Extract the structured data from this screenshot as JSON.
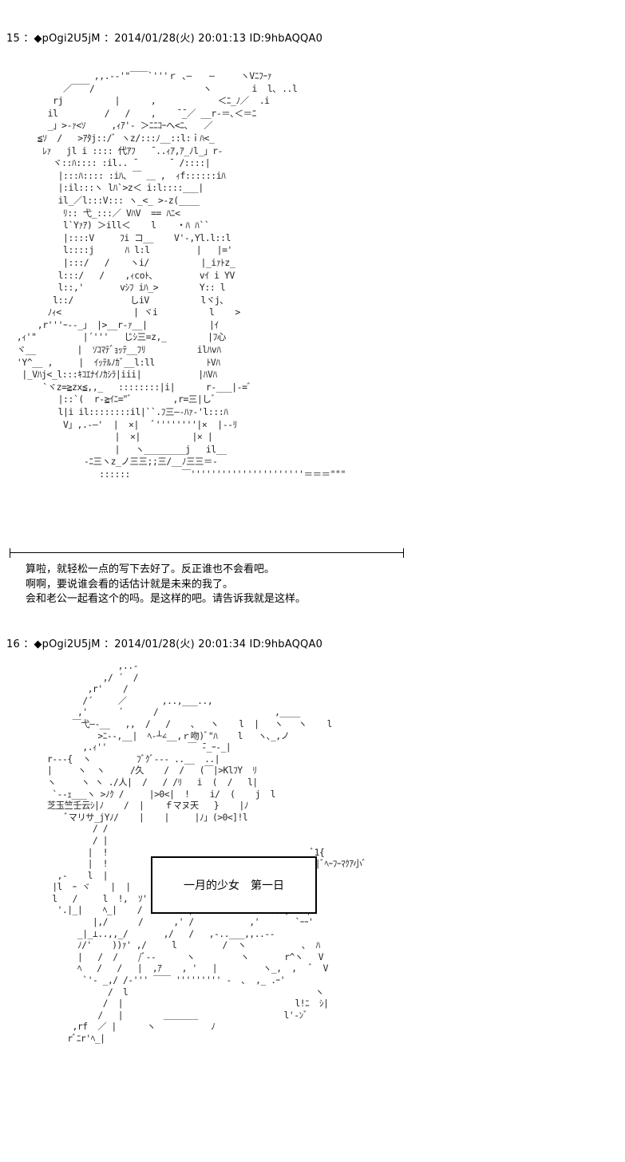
{
  "posts": [
    {
      "header": "15 ：◆pOgi2U5jM ：2014/01/28(火) 20:01:13 ID:9hbAQQA0",
      "ascii_art": "                 ,,.-‐'\"￣￣`'''ｒ ､―　　―　　　ヽVﾆﾌｰｧ\n           ／￣￣/                     ヽ　　　　 i  l､ ..l\n         rj          |      ,            ＜ﾆ_ﾉ／  .i\n        il         /   /    ,    ̄ ̄_／ __r‐＝､＜＝ﾆ\n        _」>-ｧ<ｿ     ,ｨｱ'‐ ＞ﾆﾆｺｰへ<ﾆ､   ／\n      ≦ｿ  /   >ｱﾀj::/ﾞ ヽz/:::ﾉ__::l:ｉﾊ<_\n       ﾚｧ   jl i :::: 代ｱﾌ   ̄ ..ｨｱ,ｱ_ﾉl_」r‐\n         ヾ::ﾊ:::: :il.. ̄       ̄  /::::|\n          |:::ﾊ:::: :iﾊ､ ￣ ＿ ,  ｨf::::::iﾊ\n          |:il:::ヽ lﾊ`>z＜ i:l::::___|\n          il_／l:::V::: ヽ_<_ >-z(____\n           ﾘ:: 弋_:::／ VﾊV  == ﾊﾆ<\n           l`Yｧｱ) ＞ill＜    l    ・ﾊ ﾊ``\n           |::::V     ﾌi コ__    V'‐,Yl.l::l\n           l::::j      ﾊ l:l         |   |='\n           |:::/   /    ヽi/          |_iｧﾄz_\n          l:::/   /    ,ｨcoﾄ､         vｲ i YV\n          l::,'       vｼﾌ iﾊ_>        Y:: l\n         l::/           しiV          lヾj､\n        ﾉｨ<              | ヾi          l    >\n      ,r'''ｰ--_」 |>__r‐ｧ__|            |ｲ\n  ,ｨ'\"         |´'''   じｼ三=z,_        |ﾌ心\n  ヾ__        |  ｿｺﾏﾃﾞｮｯﾃ__ﾌﾘ          ilﾊvﾊ\n  'Y^__ ,     |  ｲｯﾃﾙﾉｶﾞ__l:ll          ﾄVﾊ\n   |_Vﾊj<_l:::ｷｺｴﾅｲﾉｶｼﾗ|iii|           |ﾊVﾊ\n       `ヾz=≧zx≦,,_   ::::::::|i|      r‐___|‐=ﾞ\n          |::`(  r‐≧ｲﾆ=\"ﾞ        ,r=三|しﾞ\n          l|i il::::::::il|``.ﾌ三―‐ﾊｧ‐'l:::ﾊ\n           V」,.‐―'  |  ×|   ﾞ''''''''|×  |‐‐ﾘ\n                     |  ×|          |× |\n                     |   ヽ________j   il__\n               -ﾆ三ヽz_ノ三三;;三/__ﾉ三三＝-\n                  ::::::          ￣''''''''''''''''''''''＝＝＝\"\"\"",
      "narration": [
        "算啦，就轻松一点的写下去好了。反正谁也不会看吧。",
        "啊啊，要说谁会看的话估计就是未来的我了。",
        "会和老公一起看这个的吗。是这样的吧。请告诉我就是这样。"
      ]
    },
    {
      "header": "16 ：◆pOgi2U5jM ：2014/01/28(火) 20:01:34 ID:9hbAQQA0",
      "ascii_art": "                 ,..-\n              ,/ ´  /\n           ,r'    /\n          /´     ／       ,..,___..,\n         ,'      ´      /                       ,____\n        ￣弋―‐__   ,,  /   /    ､   ヽ    l  |   ヽ   ヽ    l\n             >ﾆ‐-,__|  ﾍ-┴∠__,ｒ吻)ﾞ\"ﾊ    l   ヽ､_,ノ\n          ,.ｨ''                ￣ ̄‐_ｰ-_|\n   r‐‐‐{  ヽ         ﾌﾞｸﾞ‐-- ..__  ..|\n   |     ヽ  ヽ     /久    /  /   (￣|>KlﾌY  ﾘ\n   ヽ     ヽ ヽ ./人|  /   / /ﾘ   i  (  /   l|\n    `‐-ｪ___ヽ >ﾉｸ /     |>0<|  !    i/  (    j  l\n   芝玉竺壬云ｼ|ﾉ    /  |    ｆマヌ天   }    |ﾉ\n       ﾞマリサ_jYﾉ/    |    |     |ﾉ」(>0<]!l\n            / /\n            / |\n           |  !                                        ﾞ1{\n           |  !                                        L|ﾞﾍｰﾌｰﾏｸｱ小ﾞ\n     ,-    l  |\n    |l  ｰ ヾ    |  |\n    l   /     l  !,  ｿ'         |         |       _\n     '.|_|    ﾍ_|    /         |                ( |ｰｏﾞ|\n            |,/      /      ,' /           ,'       `ｰｰ'\n         _|_⊥..,,_/       ,/   /   ,-..___,,..-‐\n         ﾉ/'    ))ｧ' ,/     l         /  ヽ           ､  ﾊ\n         |   /  /    /ﾞ‐-      ヽ         ヽ       r^ヽ   V\n         ﾍ   /   /   |  ,ｱ    , '   |         ヽ_,  ,   ﾞ  V\n          `'‐ _,/ /‐''' ￣￣ ''''''''' ‐  ､  ,_ .ｰ'\n               /  l                                     ヽ\n              /  |                                  l!ﾆ  ｼ|\n             /   |        ＿＿＿＿                 l'‐ﾝﾞ\n        ,rf  ／ |      ヽ           ﾉ\n       rﾞﾆr'ﾍ_| ",
      "caption": "一月的少女　第一日"
    }
  ]
}
